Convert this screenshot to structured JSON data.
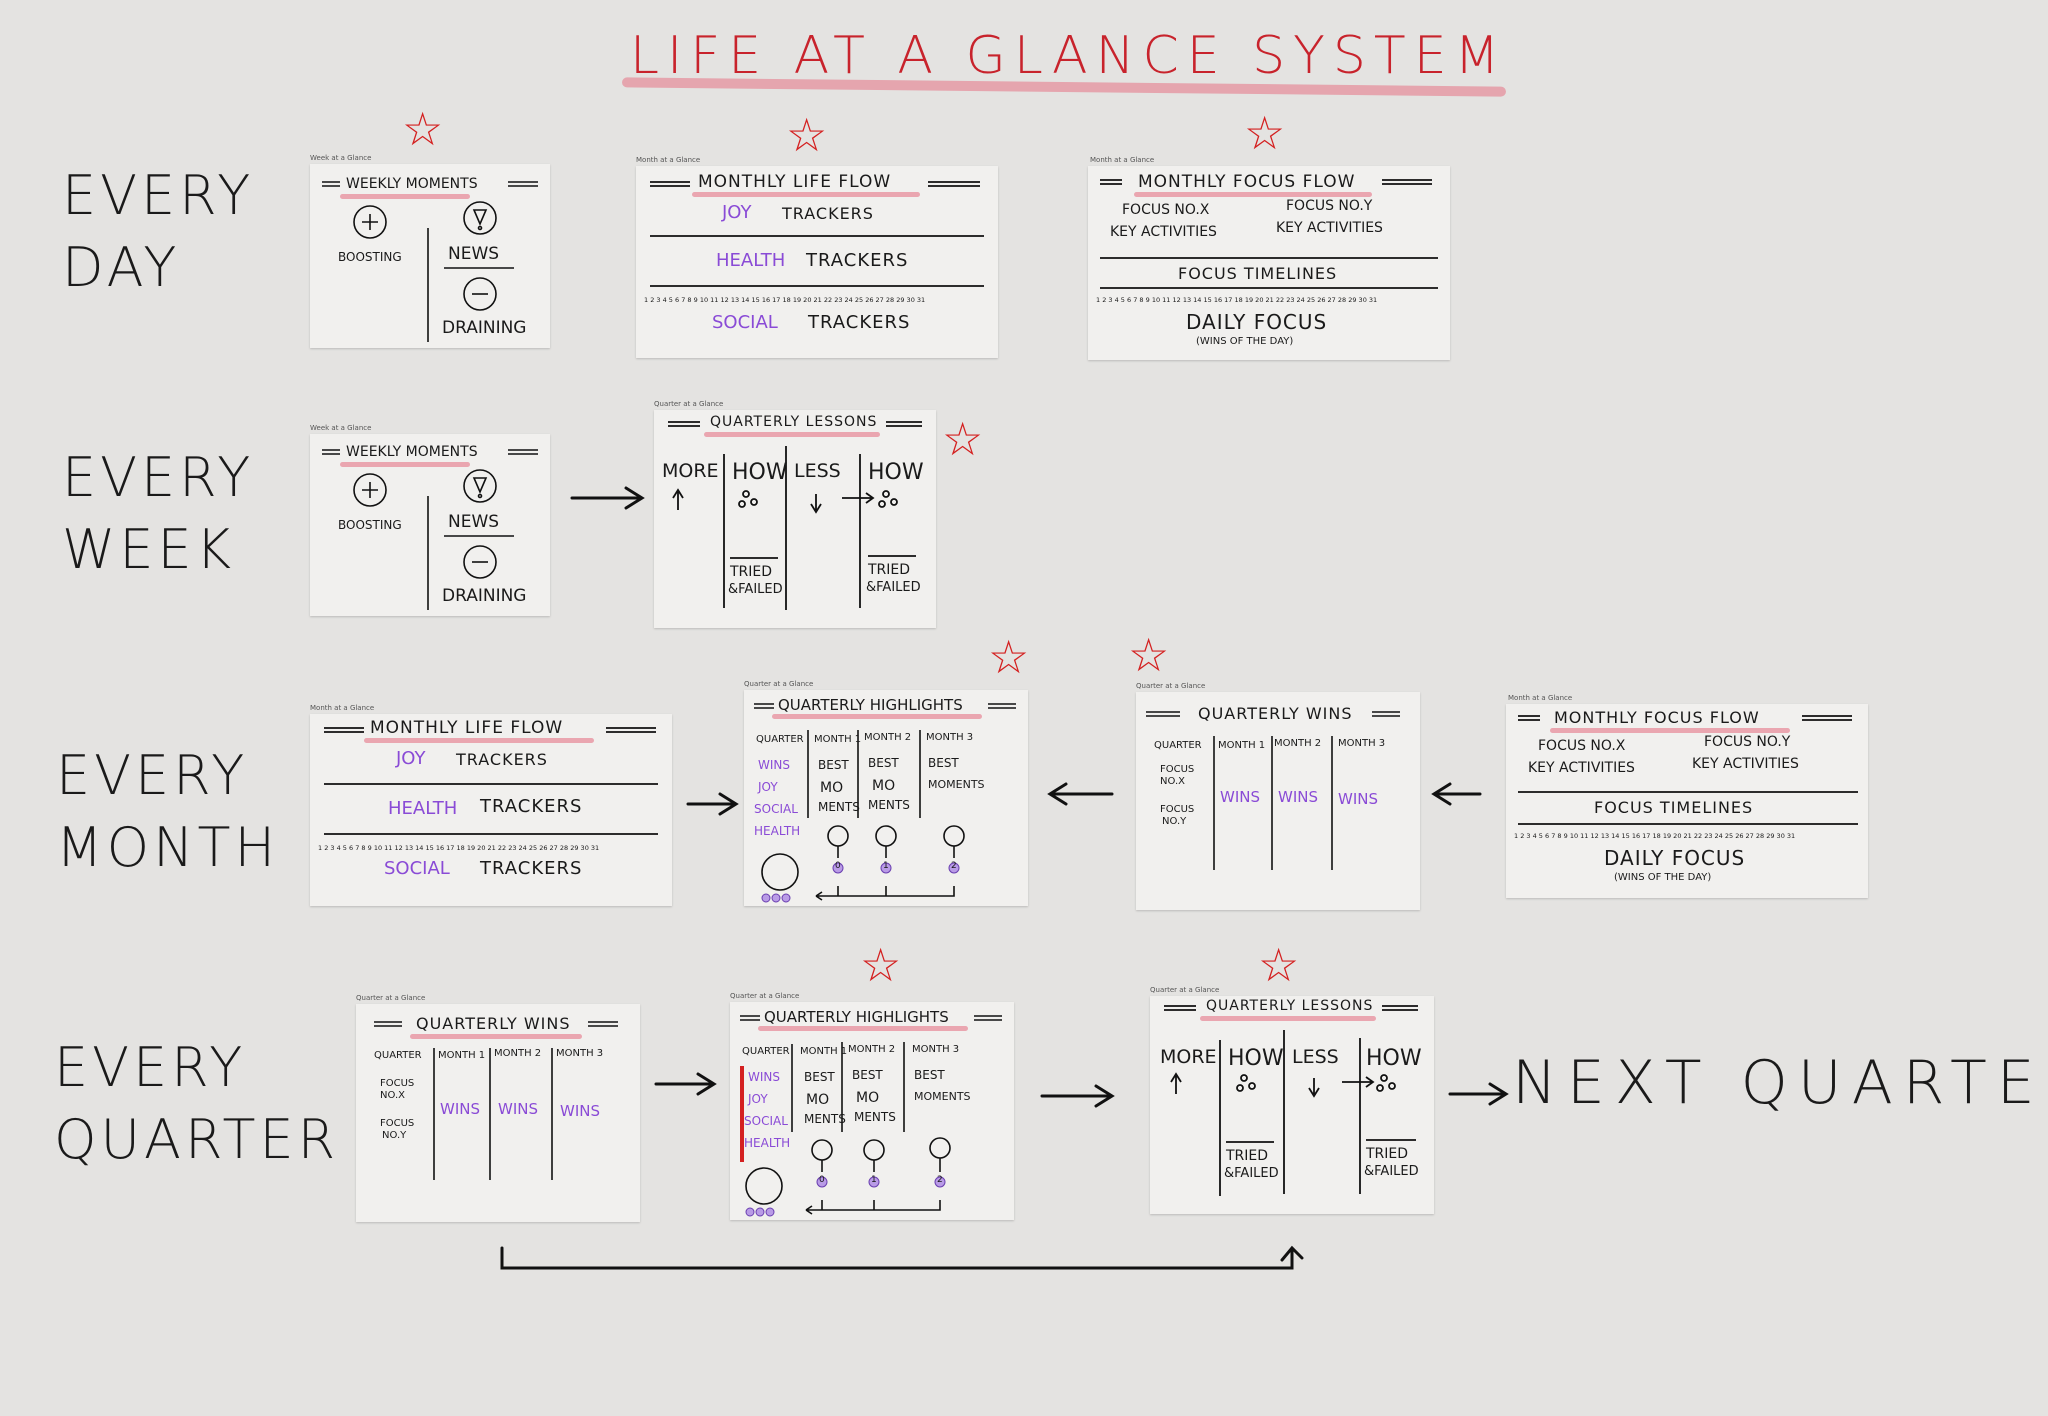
{
  "title": "LIFE AT A GLANCE SYSTEM",
  "row_labels": {
    "day_1": "EVERY",
    "day_2": "DAY",
    "week_1": "EVERY",
    "week_2": "WEEK",
    "month_1": "EVERY",
    "month_2": "MONTH",
    "quarter_1": "EVERY",
    "quarter_2": "QUARTER"
  },
  "next_quarter": "NEXT QUARTER",
  "captions": {
    "week": "Week at a Glance",
    "month": "Month at a Glance",
    "quarter": "Quarter at a Glance"
  },
  "weekly_moments": {
    "title": "WEEKLY MOMENTS",
    "boosting": "BOOSTING",
    "news": "NEWS",
    "draining": "DRAINING"
  },
  "monthly_life_flow": {
    "title": "MONTHLY LIFE FLOW",
    "joy": "JOY",
    "health": "HEALTH",
    "social": "SOCIAL",
    "trackers": "TRACKERS",
    "days": "1 2 3 4 5 6 7 8 9 10 11 12 13 14 15 16 17 18 19 20 21 22 23 24 25 26 27 28 29 30 31"
  },
  "monthly_focus_flow": {
    "title": "MONTHLY FOCUS FLOW",
    "focus_x": "FOCUS NO.X",
    "focus_y": "FOCUS NO.Y",
    "key_activities": "KEY ACTIVITIES",
    "timelines": "FOCUS TIMELINES",
    "daily_focus": "DAILY FOCUS",
    "wins_of_day": "(WINS OF THE DAY)"
  },
  "quarterly_lessons": {
    "title": "QUARTERLY LESSONS",
    "more": "MORE",
    "how": "HOW",
    "less": "LESS",
    "tried": "TRIED",
    "failed": "&FAILED"
  },
  "quarterly_highlights": {
    "title": "QUARTERLY HIGHLIGHTS",
    "quarter": "QUARTER",
    "month1": "MONTH 1",
    "month2": "MONTH 2",
    "month3": "MONTH 3",
    "wins": "WINS",
    "joy": "JOY",
    "social": "SOCIAL",
    "health": "HEALTH",
    "best": "BEST",
    "mo": "MO",
    "ments": "MENTS",
    "moments": "MOMENTS",
    "n0": "0",
    "n1": "1",
    "n2": "2"
  },
  "quarterly_wins": {
    "title": "QUARTERLY WINS",
    "quarter": "QUARTER",
    "month1": "MONTH 1",
    "month2": "MONTH 2",
    "month3": "MONTH 3",
    "focus": "FOCUS",
    "nox": "NO.X",
    "noy": "NO.Y",
    "wins": "WINS"
  },
  "colors": {
    "accent_red": "#d42020",
    "purple": "#8a4bd6",
    "highlight": "#eaa6b0"
  }
}
